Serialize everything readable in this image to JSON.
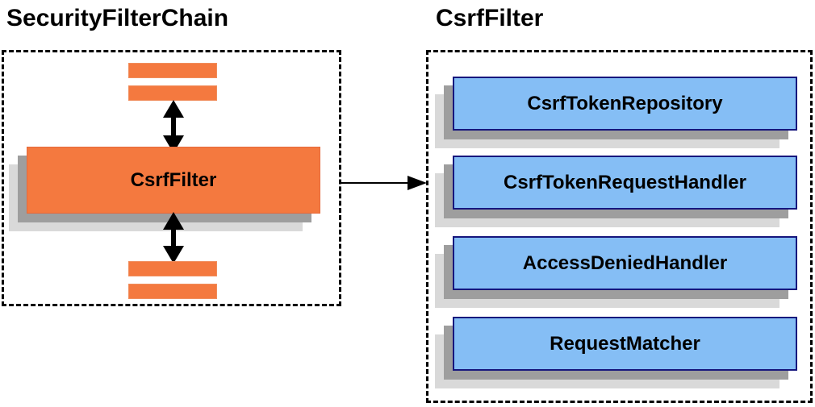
{
  "left_panel": {
    "title": "SecurityFilterChain",
    "node_label": "CsrfFilter"
  },
  "right_panel": {
    "title": "CsrfFilter",
    "components": [
      "CsrfTokenRepository",
      "CsrfTokenRequestHandler",
      "AccessDeniedHandler",
      "RequestMatcher"
    ]
  },
  "icons": {
    "vertical_double_arrow": "↕",
    "right_arrow": "→"
  },
  "colors": {
    "node_orange": "#f4793f",
    "orange_border": "#e5693b",
    "node_blue": "#85bef5",
    "blue_border": "#16167d",
    "shadow_dark": "#9e9e9e",
    "shadow_light": "#d9d9d9",
    "dashed_border": "#000000",
    "text": "#000000",
    "background": "#ffffff"
  }
}
